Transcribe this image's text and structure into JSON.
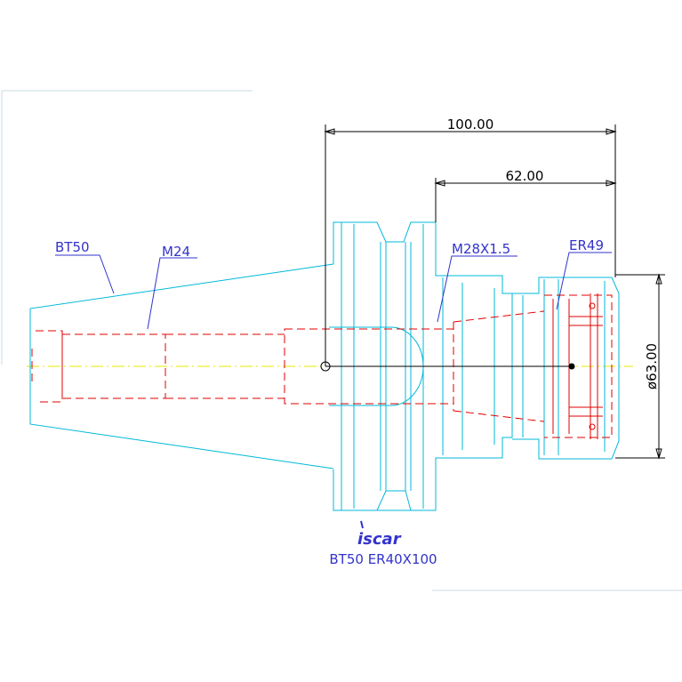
{
  "dimensions": {
    "overall_length": "100.00",
    "collet_length": "62.00",
    "diameter": "ø63.00"
  },
  "labels": {
    "taper": "BT50",
    "thread_rear": "M24",
    "thread_front": "M28X1.5",
    "collet": "ER49"
  },
  "logo": {
    "brand": "iscar"
  },
  "caption": "BT50 ER40X100",
  "colors": {
    "outline": "#00b8d8",
    "hidden": "#e00000",
    "dimension": "#000000",
    "label": "#3333cc",
    "centerline": "#e8e800"
  }
}
